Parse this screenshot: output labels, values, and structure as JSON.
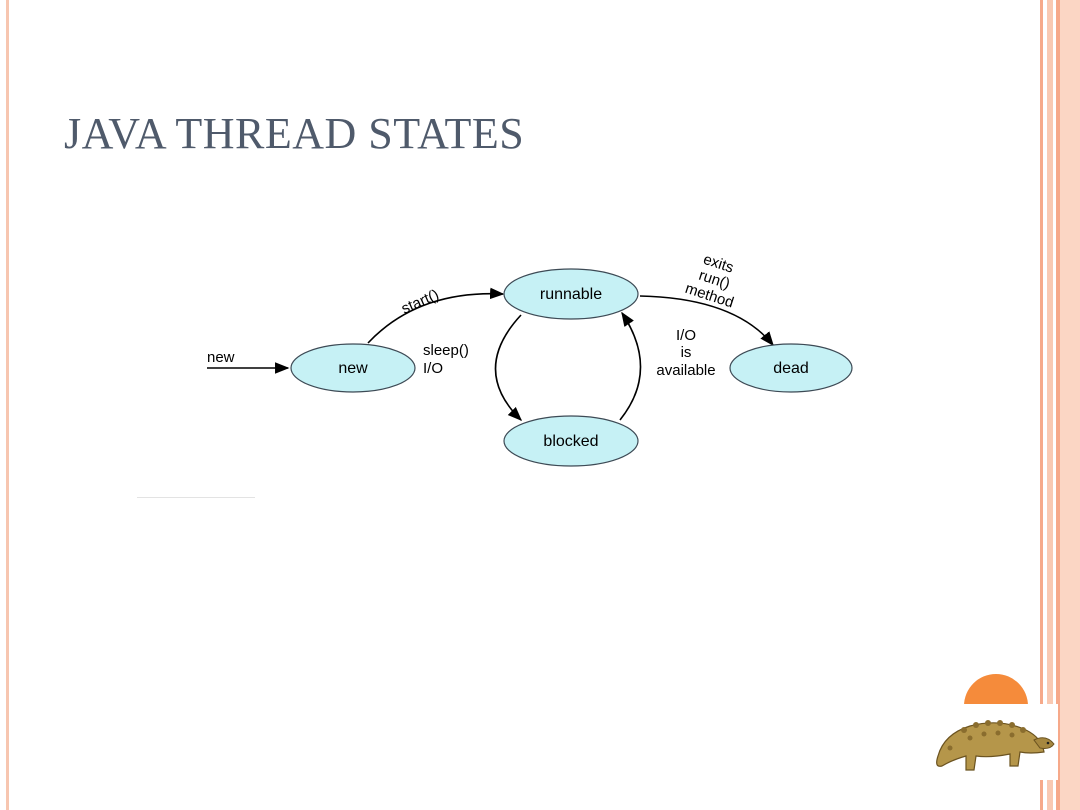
{
  "slide": {
    "title": "JAVA THREAD STATES"
  },
  "diagram": {
    "nodes": {
      "new": "new",
      "runnable": "runnable",
      "blocked": "blocked",
      "dead": "dead"
    },
    "edges": {
      "entry": "new",
      "start": "start()",
      "block_line1": "sleep()",
      "block_line2": "I/O",
      "unblock_line1": "I/O",
      "unblock_line2": "is",
      "unblock_line3": "available",
      "exit_line1": "exits",
      "exit_line2": "run()",
      "exit_line3": "method"
    }
  },
  "colors": {
    "node_fill": "#c6f1f5",
    "title": "#4f5a6b",
    "accent_orange": "#f58b3b",
    "border_salmon": "#f6a98a"
  }
}
